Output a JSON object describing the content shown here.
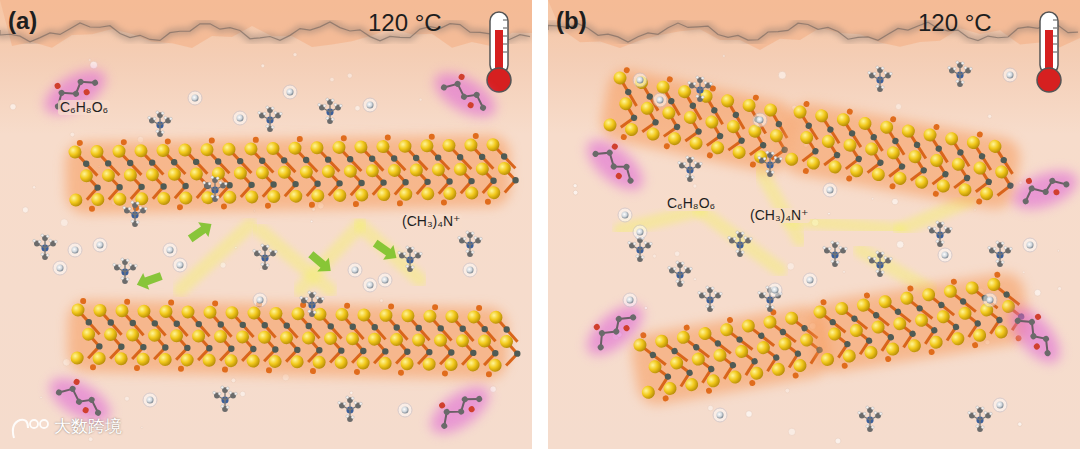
{
  "diagram": {
    "labels": [
      "(a)",
      "120 °C",
      "C₆H₈O₆",
      "(CH₃)₄N⁺",
      "(b)",
      "120 °C",
      "C₆H₈O₆",
      "(CH₃)₄N⁺",
      "大数跨境"
    ]
  }
}
